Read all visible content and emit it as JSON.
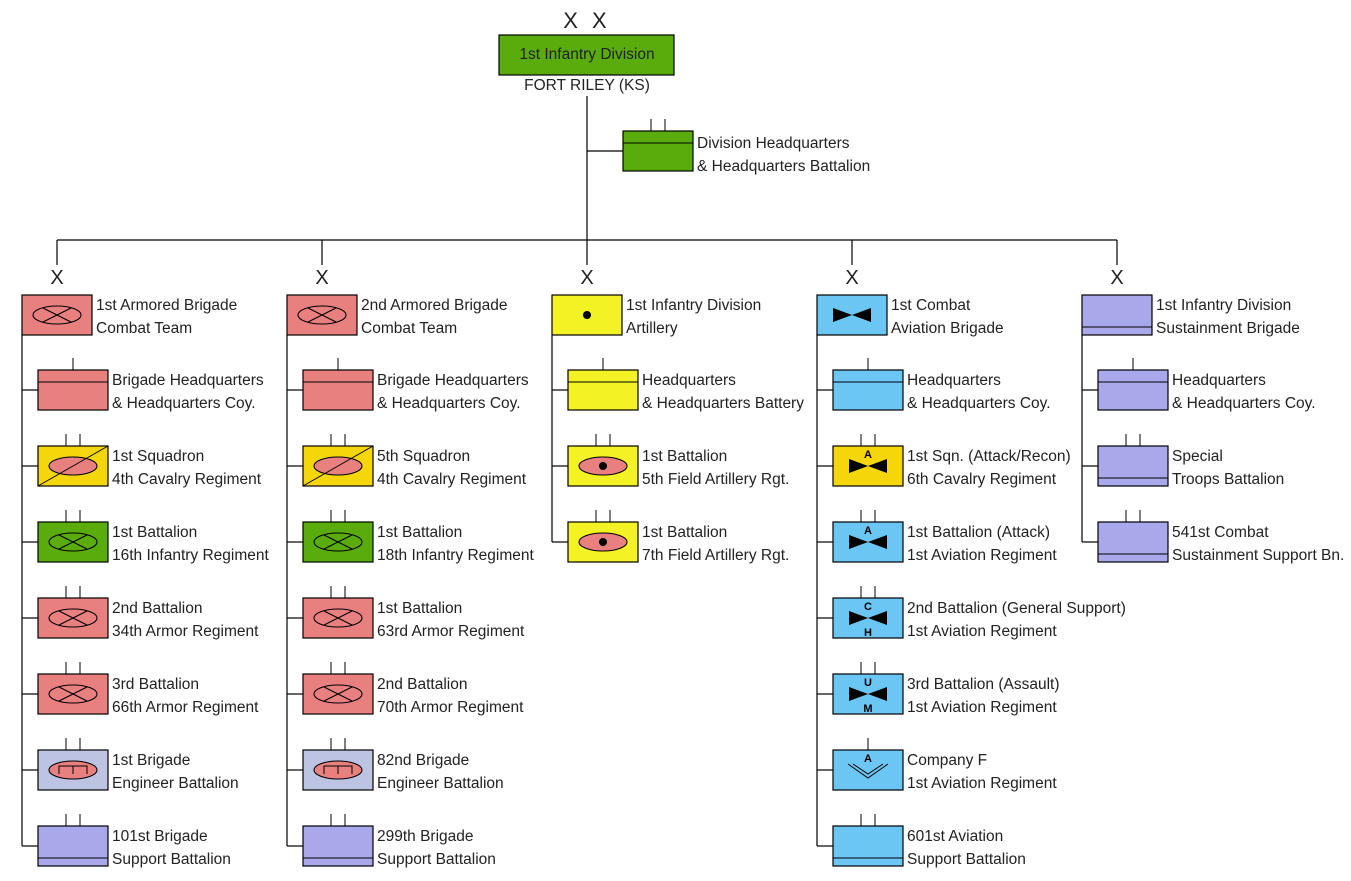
{
  "division": {
    "echelon": "X X",
    "name": "1st Infantry Division",
    "location": "FORT RILEY (KS)",
    "color": "#5aac0c"
  },
  "hq": {
    "lines": [
      "Division Headquarters",
      "& Headquarters Battalion"
    ],
    "color": "#5aac0c",
    "symbol": "hq",
    "echelon": "battalion"
  },
  "brigade_echelon": "X",
  "colors": {
    "armor": "#e88080",
    "cavalry": "#f5d60a",
    "infantry": "#5aac0c",
    "engineer": "#bcc3e3",
    "support": "#a8a8ea",
    "artillery": "#f2f224",
    "aviation": "#6cc6f4"
  },
  "columns": [
    {
      "lines": [
        "1st Armored Brigade",
        "Combat Team"
      ],
      "color": "armor",
      "symbol": "armored-infantry",
      "units": [
        {
          "lines": [
            "Brigade Headquarters",
            "& Headquarters Coy."
          ],
          "color": "armor",
          "symbol": "hq",
          "echelon": "company"
        },
        {
          "lines": [
            "1st Squadron",
            "4th Cavalry Regiment"
          ],
          "color": "cavalry",
          "symbol": "armored-cavalry",
          "echelon": "battalion"
        },
        {
          "lines": [
            "1st Battalion",
            "16th Infantry Regiment"
          ],
          "color": "infantry",
          "symbol": "armored-infantry",
          "echelon": "battalion"
        },
        {
          "lines": [
            "2nd Battalion",
            "34th Armor Regiment"
          ],
          "color": "armor",
          "symbol": "armored-infantry",
          "echelon": "battalion"
        },
        {
          "lines": [
            "3rd Battalion",
            "66th Armor Regiment"
          ],
          "color": "armor",
          "symbol": "armored-infantry",
          "echelon": "battalion"
        },
        {
          "lines": [
            "1st Brigade",
            "Engineer Battalion"
          ],
          "color": "engineer",
          "symbol": "engineer",
          "echelon": "battalion"
        },
        {
          "lines": [
            "101st Brigade",
            "Support Battalion"
          ],
          "color": "support",
          "symbol": "support",
          "echelon": "battalion"
        }
      ]
    },
    {
      "lines": [
        "2nd Armored Brigade",
        "Combat Team"
      ],
      "color": "armor",
      "symbol": "armored-infantry",
      "units": [
        {
          "lines": [
            "Brigade Headquarters",
            "& Headquarters Coy."
          ],
          "color": "armor",
          "symbol": "hq",
          "echelon": "company"
        },
        {
          "lines": [
            "5th Squadron",
            "4th Cavalry Regiment"
          ],
          "color": "cavalry",
          "symbol": "armored-cavalry",
          "echelon": "battalion"
        },
        {
          "lines": [
            "1st Battalion",
            "18th Infantry Regiment"
          ],
          "color": "infantry",
          "symbol": "armored-infantry",
          "echelon": "battalion"
        },
        {
          "lines": [
            "1st Battalion",
            "63rd Armor Regiment"
          ],
          "color": "armor",
          "symbol": "armored-infantry",
          "echelon": "battalion"
        },
        {
          "lines": [
            "2nd Battalion",
            "70th Armor Regiment"
          ],
          "color": "armor",
          "symbol": "armored-infantry",
          "echelon": "battalion"
        },
        {
          "lines": [
            "82nd Brigade",
            "Engineer Battalion"
          ],
          "color": "engineer",
          "symbol": "engineer",
          "echelon": "battalion"
        },
        {
          "lines": [
            "299th Brigade",
            "Support Battalion"
          ],
          "color": "support",
          "symbol": "support",
          "echelon": "battalion"
        }
      ]
    },
    {
      "lines": [
        "1st Infantry Division",
        "Artillery"
      ],
      "color": "artillery",
      "symbol": "artillery",
      "units": [
        {
          "lines": [
            "Headquarters",
            "& Headquarters Battery"
          ],
          "color": "artillery",
          "symbol": "hq",
          "echelon": "company"
        },
        {
          "lines": [
            "1st Battalion",
            "5th Field Artillery Rgt."
          ],
          "color": "artillery",
          "symbol": "sp-artillery",
          "echelon": "battalion"
        },
        {
          "lines": [
            "1st Battalion",
            "7th Field Artillery Rgt."
          ],
          "color": "artillery",
          "symbol": "sp-artillery",
          "echelon": "battalion"
        }
      ]
    },
    {
      "lines": [
        "1st Combat",
        "Aviation Brigade"
      ],
      "color": "aviation",
      "symbol": "aviation",
      "units": [
        {
          "lines": [
            "Headquarters",
            "& Headquarters Coy."
          ],
          "color": "aviation",
          "symbol": "hq",
          "echelon": "company"
        },
        {
          "lines": [
            "1st Sqn. (Attack/Recon)",
            "6th Cavalry Regiment"
          ],
          "color": "cavalry",
          "symbol": "aviation",
          "top": "A",
          "echelon": "battalion"
        },
        {
          "lines": [
            "1st Battalion (Attack)",
            "1st Aviation Regiment"
          ],
          "color": "aviation",
          "symbol": "aviation",
          "top": "A",
          "echelon": "battalion"
        },
        {
          "lines": [
            "2nd Battalion (General Support)",
            "1st Aviation Regiment"
          ],
          "color": "aviation",
          "symbol": "aviation",
          "top": "C",
          "bottom": "H",
          "echelon": "battalion"
        },
        {
          "lines": [
            "3rd Battalion (Assault)",
            "1st Aviation Regiment"
          ],
          "color": "aviation",
          "symbol": "aviation",
          "top": "U",
          "bottom": "M",
          "echelon": "battalion"
        },
        {
          "lines": [
            "Company F",
            "1st Aviation Regiment"
          ],
          "color": "aviation",
          "symbol": "chevron",
          "top": "A",
          "echelon": "company"
        },
        {
          "lines": [
            "601st Aviation",
            "Support Battalion"
          ],
          "color": "aviation",
          "symbol": "support",
          "echelon": "battalion"
        }
      ]
    },
    {
      "lines": [
        "1st Infantry Division",
        "Sustainment Brigade"
      ],
      "color": "support",
      "symbol": "support",
      "units": [
        {
          "lines": [
            "Headquarters",
            "& Headquarters Coy."
          ],
          "color": "support",
          "symbol": "hq",
          "echelon": "company"
        },
        {
          "lines": [
            "Special",
            "Troops Battalion"
          ],
          "color": "support",
          "symbol": "support",
          "echelon": "battalion"
        },
        {
          "lines": [
            "541st Combat",
            "Sustainment Support Bn."
          ],
          "color": "support",
          "symbol": "support",
          "echelon": "battalion"
        }
      ]
    }
  ]
}
